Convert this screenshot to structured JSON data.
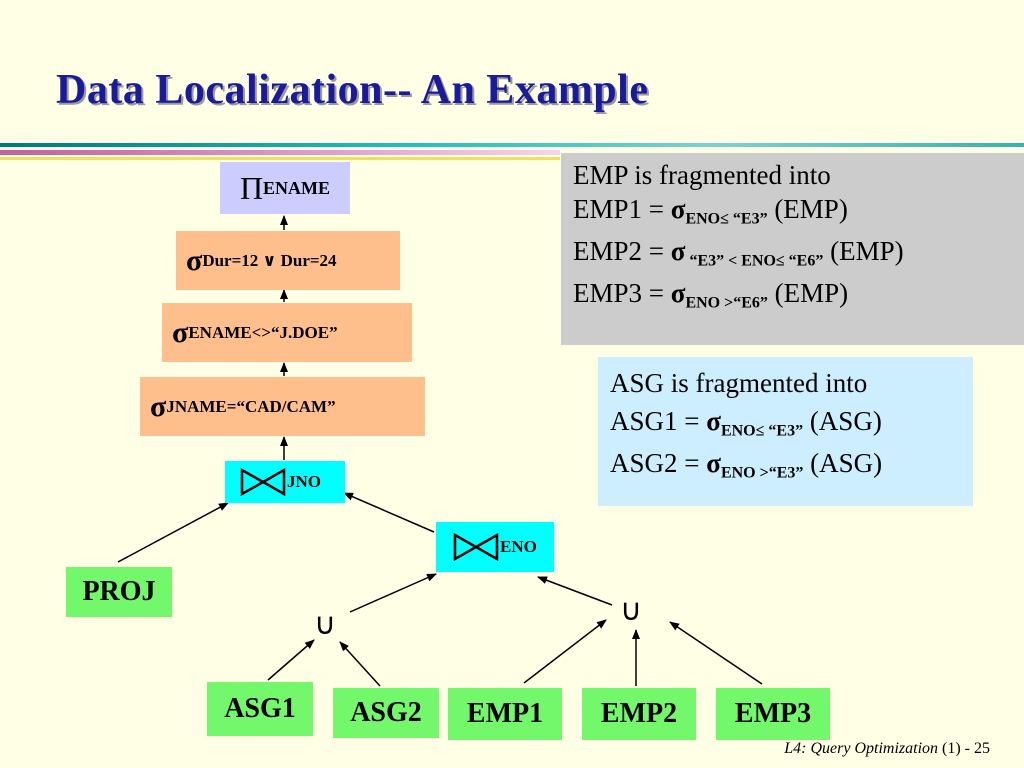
{
  "title": "Data Localization-- An Example",
  "colors": {
    "title": "#1a1a9c",
    "projection_box": "#ccccff",
    "selection_box": "#ffbf8c",
    "join_box": "#00ffff",
    "relation_box": "#73f76b",
    "emp_panel": "#cccccc",
    "asg_panel": "#cceeff"
  },
  "tree": {
    "projection": {
      "symbol": "Π",
      "subscript": "ENAME"
    },
    "selections": [
      {
        "symbol": "σ",
        "subscript": "Dur=12 ∨ Dur=24"
      },
      {
        "symbol": "σ",
        "subscript": "ENAME<>“J.DOE”"
      },
      {
        "symbol": "σ",
        "subscript": "JNAME=“CAD/CAM”"
      }
    ],
    "join_top": {
      "icon": "join-icon",
      "subscript": "JNO"
    },
    "join_eno": {
      "icon": "join-icon",
      "subscript": "ENO"
    },
    "proj": "PROJ",
    "union_symbol": "∪",
    "leaves": [
      "ASG1",
      "ASG2",
      "EMP1",
      "EMP2",
      "EMP3"
    ]
  },
  "emp_panel": {
    "heading": "EMP is fragmented into",
    "lines": [
      {
        "lhs": "EMP1 = ",
        "sym": "σ",
        "sub": "ENO≤ “E3”",
        "rhs": " (EMP)"
      },
      {
        "lhs": "EMP2 = ",
        "sym": "σ",
        "sub": " “E3” < ENO≤ “E6”",
        "rhs": " (EMP)"
      },
      {
        "lhs": "EMP3 = ",
        "sym": "σ",
        "sub": "ENO >“E6”",
        "rhs": " (EMP)"
      }
    ]
  },
  "asg_panel": {
    "heading": "ASG is fragmented into",
    "lines": [
      {
        "lhs": "ASG1 = ",
        "sym": "σ",
        "sub": "ENO≤ “E3”",
        "rhs": " (ASG)"
      },
      {
        "lhs": "ASG2 = ",
        "sym": "σ",
        "sub": "ENO >“E3”",
        "rhs": " (ASG)"
      }
    ]
  },
  "footer": {
    "course": "L4: Query Optimization",
    "suffix": " (1) - 25"
  }
}
